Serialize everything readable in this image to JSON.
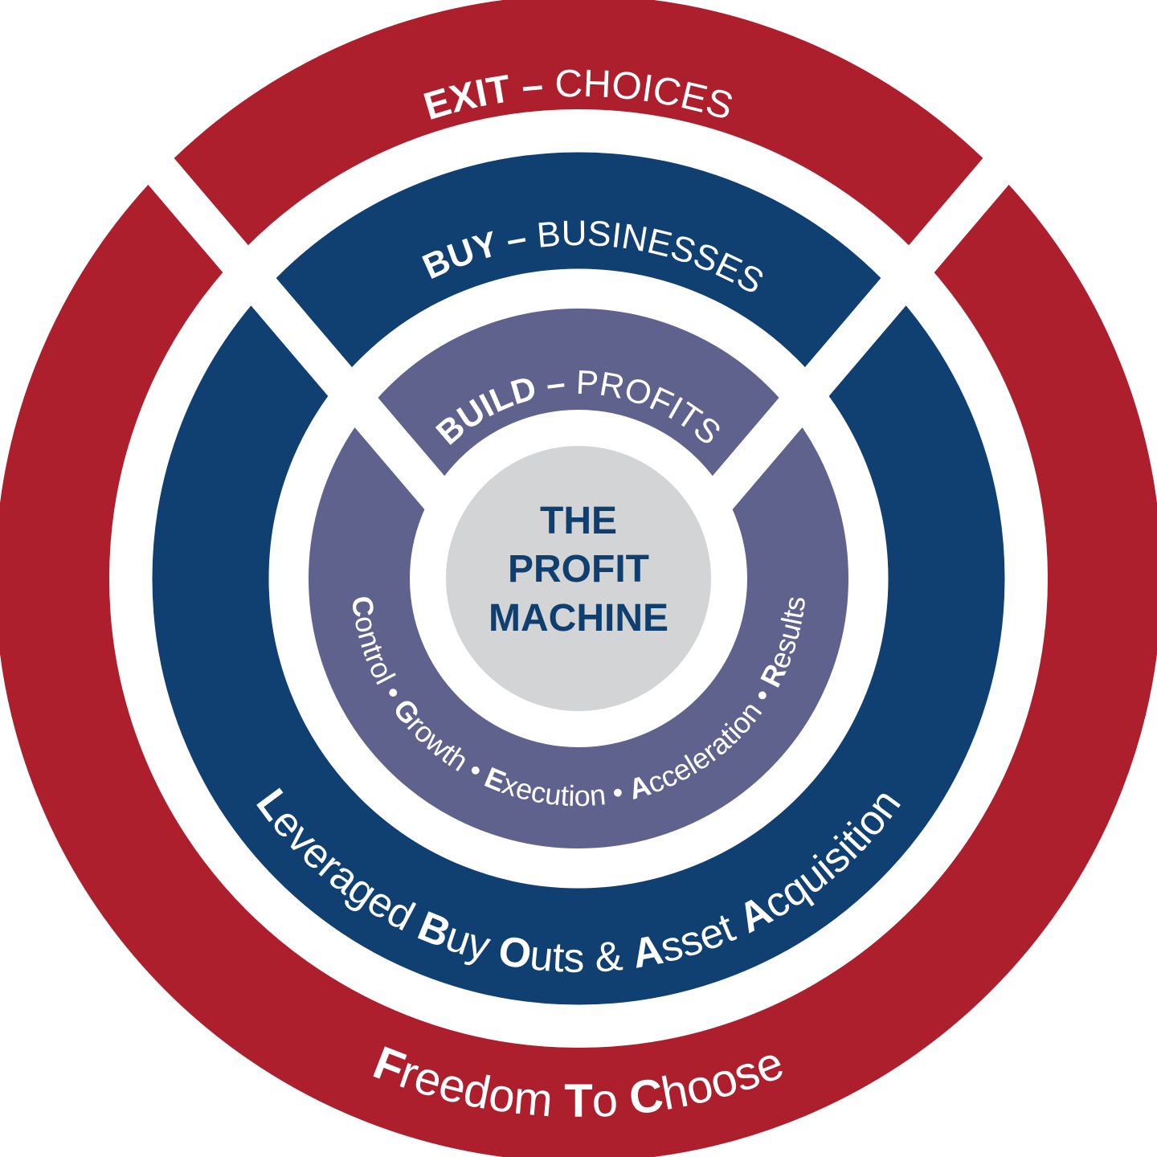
{
  "colors": {
    "red": "#AE1F2E",
    "blue": "#0F4071",
    "purple": "#60628E",
    "gray": "#D3D4D6",
    "center_text": "#0F3F6E"
  },
  "outer_ring": {
    "top": {
      "bold": "EXIT – ",
      "normal": "CHOICES"
    },
    "bottom": [
      {
        "t": "F",
        "b": true
      },
      {
        "t": "reedom ",
        "b": false
      },
      {
        "t": "T",
        "b": true
      },
      {
        "t": "o ",
        "b": false
      },
      {
        "t": "C",
        "b": true
      },
      {
        "t": "hoose",
        "b": false
      }
    ]
  },
  "middle_ring": {
    "top": {
      "bold": "BUY – ",
      "normal": "BUSINESSES"
    },
    "bottom": [
      {
        "t": "L",
        "b": true
      },
      {
        "t": "everaged ",
        "b": false
      },
      {
        "t": "B",
        "b": true
      },
      {
        "t": "uy ",
        "b": false
      },
      {
        "t": "O",
        "b": true
      },
      {
        "t": "uts & ",
        "b": false
      },
      {
        "t": "A",
        "b": true
      },
      {
        "t": "sset ",
        "b": false
      },
      {
        "t": "A",
        "b": true
      },
      {
        "t": "cquisition",
        "b": false
      }
    ]
  },
  "inner_ring": {
    "top": {
      "bold": "BUILD – ",
      "normal": "PROFITS"
    },
    "bottom": [
      {
        "t": "C",
        "b": true
      },
      {
        "t": "ontrol • ",
        "b": false
      },
      {
        "t": "G",
        "b": true
      },
      {
        "t": "rowth • ",
        "b": false
      },
      {
        "t": "E",
        "b": true
      },
      {
        "t": "xecution • ",
        "b": false
      },
      {
        "t": "A",
        "b": true
      },
      {
        "t": "cceleration • ",
        "b": false
      },
      {
        "t": "R",
        "b": true
      },
      {
        "t": "esults",
        "b": false
      }
    ]
  },
  "center": {
    "line1": "THE",
    "line2": "PROFIT",
    "line3": "MACHINE"
  }
}
